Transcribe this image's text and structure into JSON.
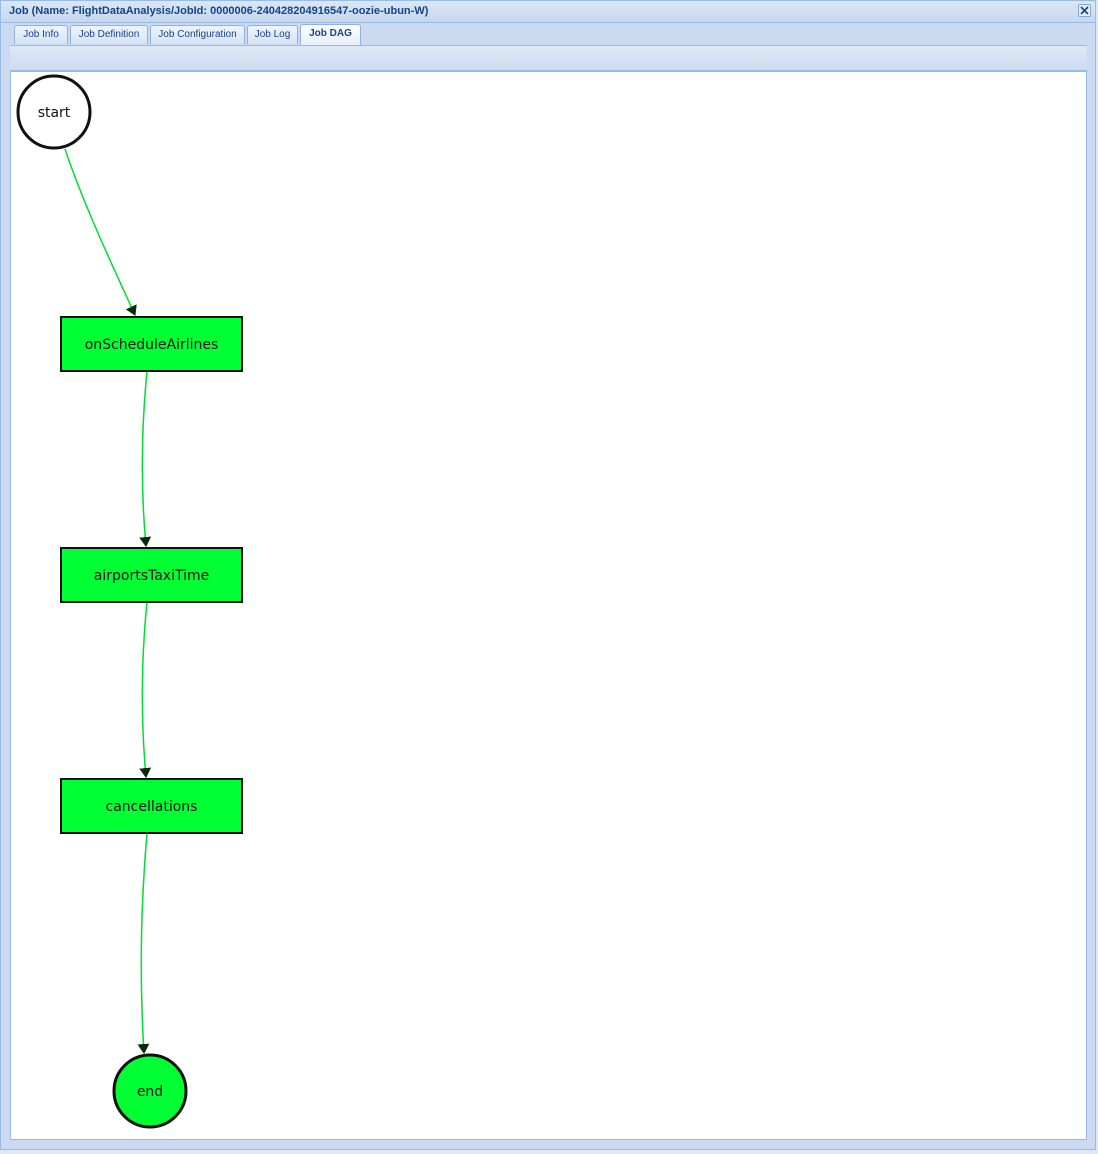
{
  "window": {
    "title": "Job (Name: FlightDataAnalysis/JobId: 0000006-240428204916547-oozie-ubun-W)"
  },
  "tabs": [
    {
      "label": "Job Info",
      "active": false
    },
    {
      "label": "Job Definition",
      "active": false
    },
    {
      "label": "Job Configuration",
      "active": false
    },
    {
      "label": "Job Log",
      "active": false
    },
    {
      "label": "Job DAG",
      "active": true
    }
  ],
  "dag": {
    "nodes": [
      {
        "id": "start",
        "label": "start",
        "shape": "circle",
        "status": "pending"
      },
      {
        "id": "onScheduleAirlines",
        "label": "onScheduleAirlines",
        "shape": "box",
        "status": "succeeded"
      },
      {
        "id": "airportsTaxiTime",
        "label": "airportsTaxiTime",
        "shape": "box",
        "status": "succeeded"
      },
      {
        "id": "cancellations",
        "label": "cancellations",
        "shape": "box",
        "status": "succeeded"
      },
      {
        "id": "end",
        "label": "end",
        "shape": "circle",
        "status": "succeeded"
      }
    ],
    "edges": [
      {
        "from": "start",
        "to": "onScheduleAirlines"
      },
      {
        "from": "onScheduleAirlines",
        "to": "airportsTaxiTime"
      },
      {
        "from": "airportsTaxiTime",
        "to": "cancellations"
      },
      {
        "from": "cancellations",
        "to": "end"
      }
    ],
    "colors": {
      "succeeded_fill": "#00ff33",
      "pending_fill": "#ffffff",
      "edge": "#00dd33",
      "border": "#111111"
    }
  }
}
